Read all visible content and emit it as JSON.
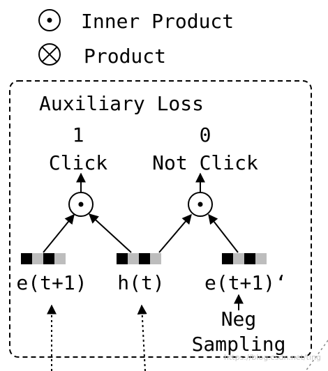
{
  "legend": {
    "inner_product_symbol": "⊙",
    "inner_product_label": "Inner Product",
    "product_symbol": "⊗",
    "product_label": "Product"
  },
  "box": {
    "title": "Auxiliary Loss"
  },
  "outputs": {
    "positive_value": "1",
    "positive_label": "Click",
    "negative_value": "0",
    "negative_label": "Not Click"
  },
  "nodes": {
    "inner_product_symbol": "⊙"
  },
  "vectors": {
    "e_next": "e(t+1)",
    "h_t": "h(t)",
    "e_next_neg": "e(t+1)‘"
  },
  "neg_sampling": {
    "line1": "Neg",
    "line2": "Sampling"
  },
  "watermark": "https://blog.csdn.net/ting"
}
